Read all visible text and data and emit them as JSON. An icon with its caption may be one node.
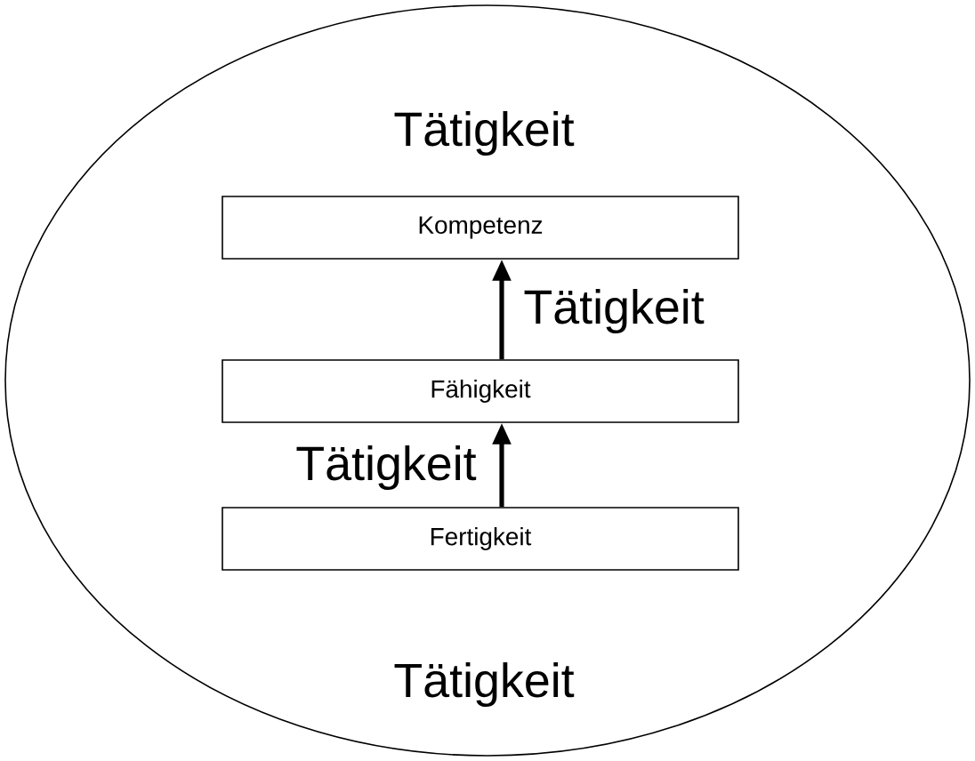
{
  "diagram": {
    "nodes": [
      {
        "text": [
          "Tätigkeit",
          "Tätigkeit"
        ]
      },
      {
        "text": [
          "Kompetenz"
        ],
        "in": 0
      },
      {
        "text": [
          "Fähigkeit"
        ],
        "in": 0
      },
      {
        "text": [
          "Fertigkeit"
        ],
        "in": 0
      }
    ],
    "edges": [
      {
        "from": 3,
        "to": 2,
        "arrow": "to",
        "label": "Tätigkeit"
      },
      {
        "from": 2,
        "to": 1,
        "arrow": "to",
        "label": "Tätigkeit"
      }
    ]
  }
}
